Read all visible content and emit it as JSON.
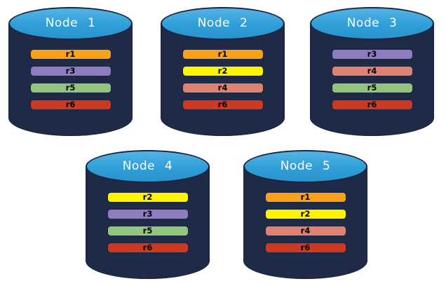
{
  "diagram": {
    "description": "Database nodes with replica distribution",
    "node_count": 5
  },
  "colors": {
    "background": "#FFFFFF",
    "cylinder_body": "#1F2A47",
    "cylinder_outline": "#1B2440",
    "cylinder_top_blue": "#2E9ED9",
    "cylinder_top_blue_highlight": "#54B4E4",
    "cylinder_top_blue_shadow": "#2B93CC",
    "node_label_text": "#FFFFFF",
    "bar_text": "#000000",
    "replicas": {
      "r1": "#F9A11B",
      "r2": "#FCF402",
      "r3": "#8E7CC3",
      "r4": "#E08271",
      "r5": "#93C47D",
      "r6": "#CE3A21"
    }
  },
  "nodes": [
    {
      "label": "Node 1",
      "replicas": [
        "r1",
        "r3",
        "r5",
        "r6"
      ]
    },
    {
      "label": "Node 2",
      "replicas": [
        "r1",
        "r2",
        "r4",
        "r6"
      ]
    },
    {
      "label": "Node 3",
      "replicas": [
        "r3",
        "r4",
        "r5",
        "r6"
      ]
    },
    {
      "label": "Node 4",
      "replicas": [
        "r2",
        "r3",
        "r5",
        "r6"
      ]
    },
    {
      "label": "Node 5",
      "replicas": [
        "r1",
        "r2",
        "r4",
        "r6"
      ]
    }
  ]
}
